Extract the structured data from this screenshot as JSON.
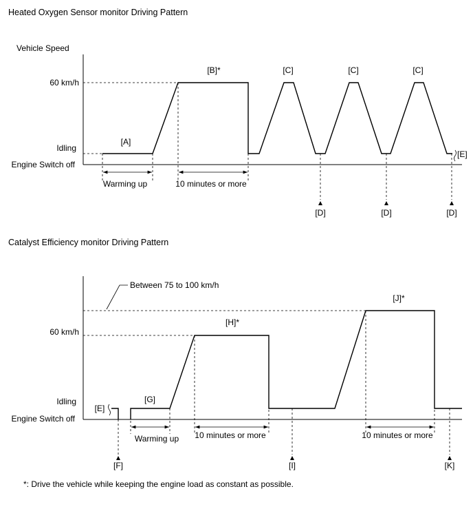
{
  "diagram1": {
    "title": "Heated Oxygen Sensor monitor Driving  Pattern",
    "ylabel": "Vehicle Speed",
    "y_60": "60 km/h",
    "y_idling": "Idling",
    "y_off": "Engine Switch off",
    "label_A": "[A]",
    "label_B": "[B]*",
    "label_C": "[C]",
    "label_D": "[D]",
    "label_E": "[E]",
    "warming_up": "Warming up",
    "ten_min": "10 minutes or more"
  },
  "diagram2": {
    "title": "Catalyst Efficiency monitor Driving  Pattern",
    "between": "Between 75 to 100 km/h",
    "y_60": "60 km/h",
    "y_idling": "Idling",
    "y_off": "Engine Switch off",
    "label_E": "[E]",
    "label_F": "[F]",
    "label_G": "[G]",
    "label_H": "[H]*",
    "label_I": "[I]",
    "label_J": "[J]*",
    "label_K": "[K]",
    "warming_up": "Warming up",
    "ten_min": "10 minutes or more"
  },
  "footnote": "*: Drive the vehicle while keeping the engine load as constant as possible."
}
